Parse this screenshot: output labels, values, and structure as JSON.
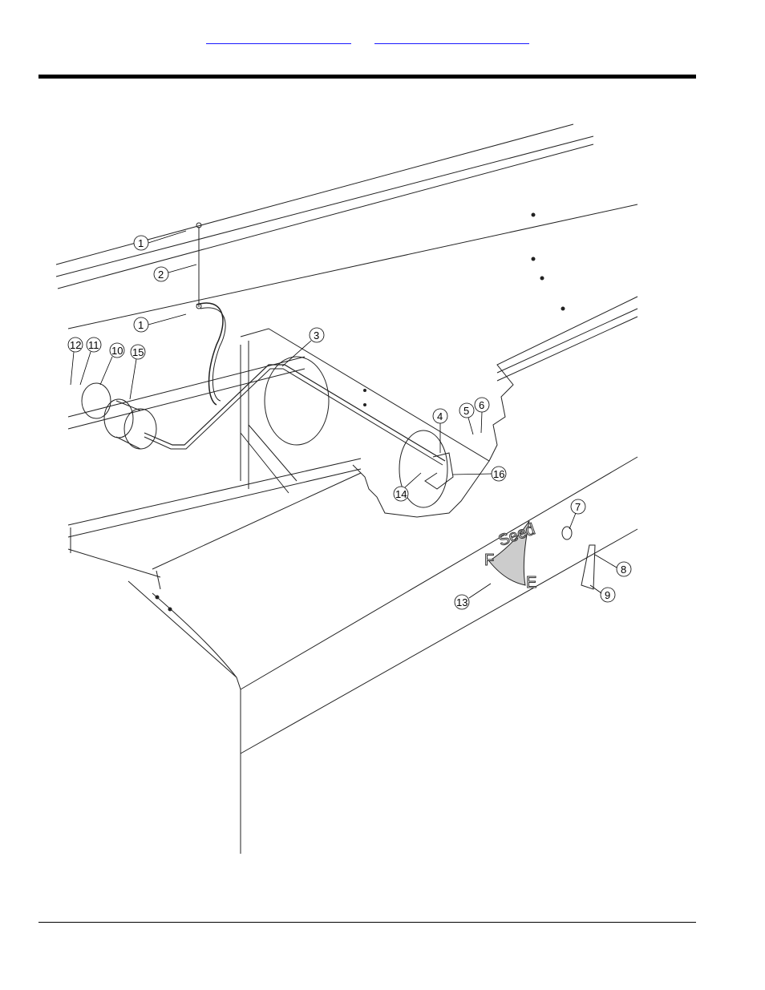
{
  "header": {
    "links": [
      "",
      ""
    ]
  },
  "diagram": {
    "callouts": [
      "1",
      "2",
      "1",
      "3",
      "4",
      "5",
      "6",
      "7",
      "8",
      "9",
      "10",
      "11",
      "12",
      "13",
      "14",
      "15",
      "16"
    ],
    "decal": {
      "word": "Seed",
      "full_letter": "F",
      "empty_letter": "E"
    }
  }
}
